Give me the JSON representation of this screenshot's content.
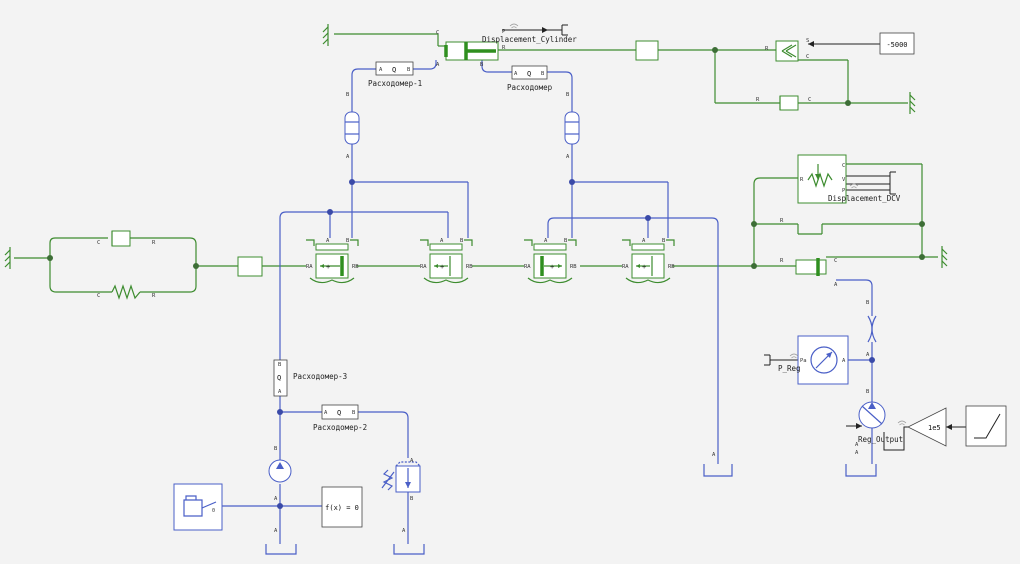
{
  "labels": {
    "displacement_cylinder": "Displacement_Cylinder",
    "flowmeter_1": "Расходомер-1",
    "flowmeter_main": "Расходомер",
    "flowmeter_2": "Расходомер-2",
    "flowmeter_3": "Расходомер-3",
    "displacement_dcv": "Displacement_DCV",
    "p_reg": "P_Reg",
    "reg_output": "Reg_Output",
    "function_block": "f(x) = 0",
    "force_constant": "-5000",
    "gain_block": "1e5"
  },
  "flowmeter_port_labels": {
    "a": "A",
    "q": "Q",
    "b": "B"
  },
  "port_labels": {
    "a": "A",
    "b": "B",
    "c": "C",
    "r": "R",
    "s": "S",
    "v": "V",
    "p": "P",
    "ra": "RA",
    "rb": "RB",
    "pa": "Pa"
  },
  "colors": {
    "mechanical": "#3d8c2f",
    "hydraulic": "#4a5fc7",
    "signal": "#222222",
    "background": "#f3f3f3"
  }
}
